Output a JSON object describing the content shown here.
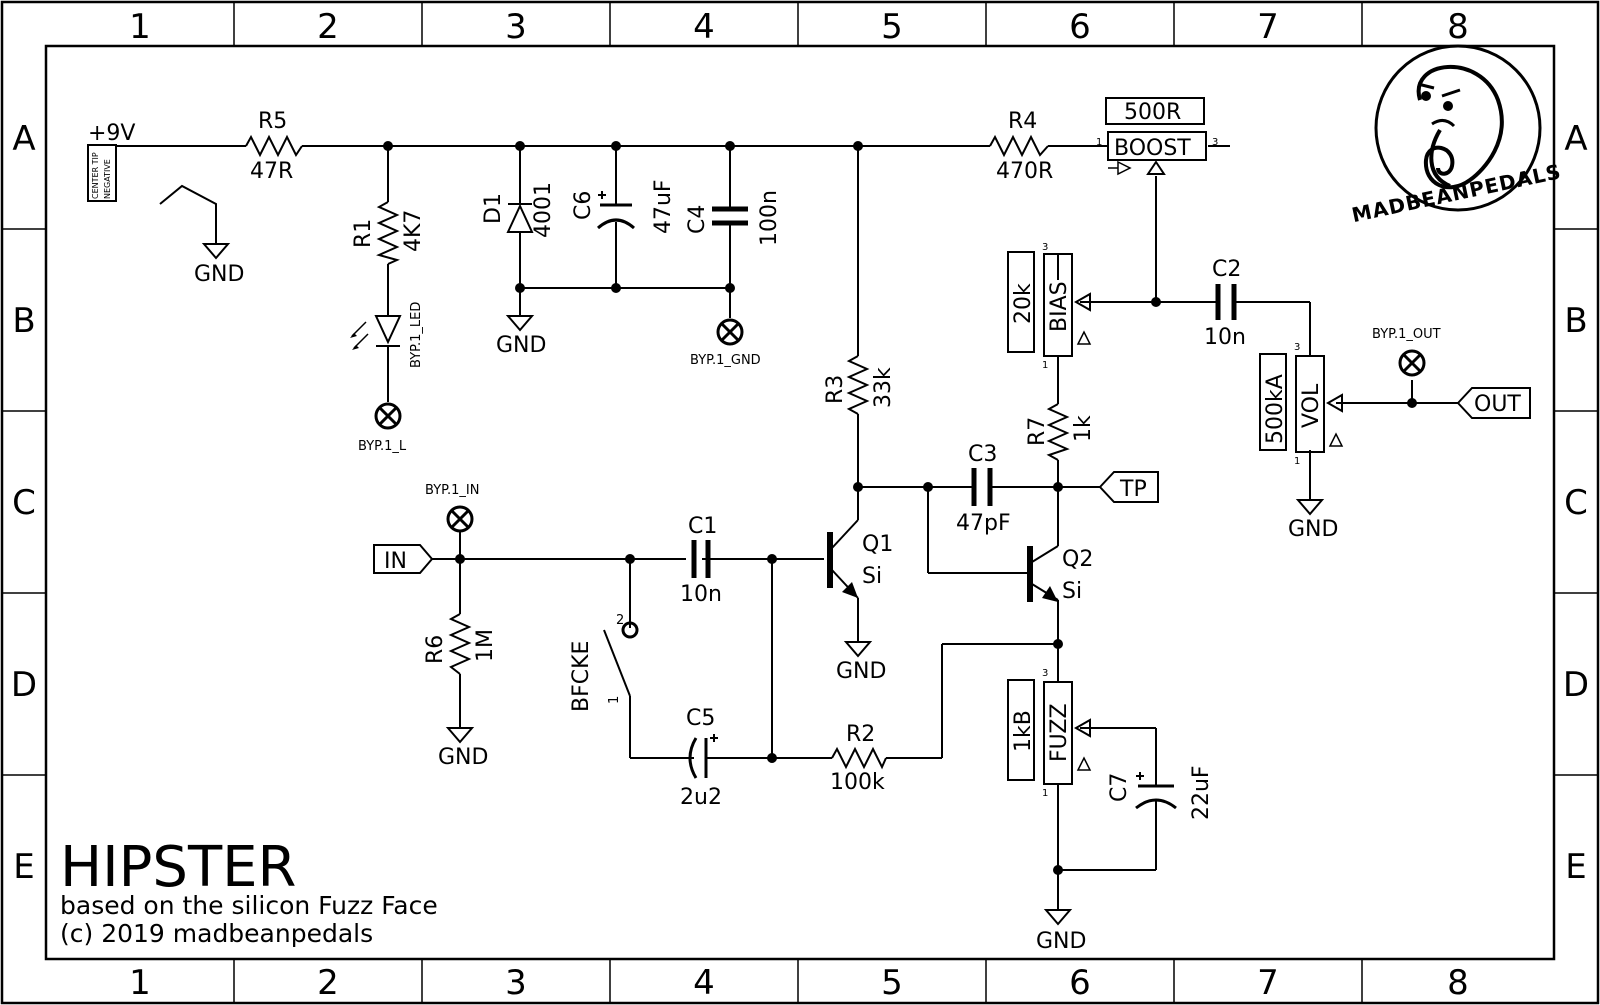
{
  "border": {
    "columns": [
      "1",
      "2",
      "3",
      "4",
      "5",
      "6",
      "7",
      "8"
    ],
    "rows": [
      "A",
      "B",
      "C",
      "D",
      "E"
    ]
  },
  "title_block": {
    "title": "HIPSTER",
    "subtitle": "based on the silicon Fuzz Face",
    "copyright": "(c) 2019 madbeanpedals"
  },
  "logo": {
    "text": "MADBEANPEDALS"
  },
  "power": {
    "label": "+9V",
    "jack_line1": "CENTER TIP",
    "jack_line2": "NEGATIVE"
  },
  "components": {
    "R5": {
      "ref": "R5",
      "value": "47R"
    },
    "R1": {
      "ref": "R1",
      "value": "4K7"
    },
    "D1": {
      "ref": "D1",
      "value": "4001"
    },
    "C6": {
      "ref": "C6",
      "value": "47uF"
    },
    "C4": {
      "ref": "C4",
      "value": "100n"
    },
    "R4": {
      "ref": "R4",
      "value": "470R"
    },
    "BOOST": {
      "name": "BOOST",
      "value": "500R"
    },
    "BIAS": {
      "name": "BIAS",
      "value": "20k"
    },
    "C2": {
      "ref": "C2",
      "value": "10n"
    },
    "VOL": {
      "name": "VOL",
      "value": "500kA"
    },
    "R3": {
      "ref": "R3",
      "value": "33k"
    },
    "R7": {
      "ref": "R7",
      "value": "1k"
    },
    "C3": {
      "ref": "C3",
      "value": "47pF"
    },
    "Q1": {
      "ref": "Q1",
      "value": "Si"
    },
    "Q2": {
      "ref": "Q2",
      "value": "Si"
    },
    "C1": {
      "ref": "C1",
      "value": "10n"
    },
    "R6": {
      "ref": "R6",
      "value": "1M"
    },
    "BFCKE": {
      "ref": "BFCKE"
    },
    "C5": {
      "ref": "C5",
      "value": "2u2"
    },
    "R2": {
      "ref": "R2",
      "value": "100k"
    },
    "FUZZ": {
      "name": "FUZZ",
      "value": "1kB"
    },
    "C7": {
      "ref": "C7",
      "value": "22uF"
    }
  },
  "nets": {
    "gnd": "GND",
    "byp_led": "BYP.1_LED",
    "byp_l": "BYP.1_L",
    "byp_gnd": "BYP.1_GND",
    "byp_in": "BYP.1_IN",
    "byp_out": "BYP.1_OUT",
    "in": "IN",
    "out": "OUT",
    "tp": "TP"
  },
  "pins": {
    "p1": "1",
    "p2": "2",
    "p3": "3"
  }
}
